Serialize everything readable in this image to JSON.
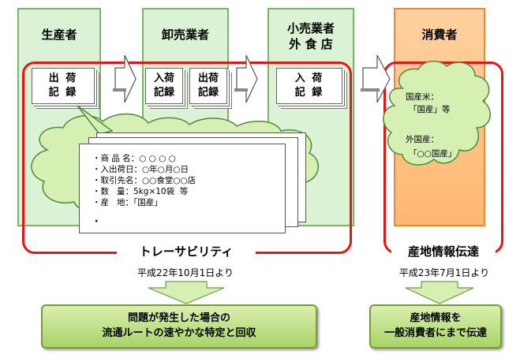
{
  "columns": {
    "producer": "生産者",
    "wholesaler": "卸売業者",
    "retailer_line1": "小売業者",
    "retailer_line2": "外 食 店",
    "consumer": "消費者"
  },
  "documents": {
    "shipping_1": "出 荷",
    "shipping_2": "記 録",
    "receiving_1": "入荷",
    "receiving_2": "記録",
    "shipping_b1": "出荷",
    "shipping_b2": "記録",
    "receiving_c1": "入 荷",
    "receiving_c2": "記 録"
  },
  "record_details": {
    "line1": "・商 品 名：○ ○ ○ ○",
    "line2": "・入出荷日：○年○月○日",
    "line3": "・取引先名：○○食堂○○店",
    "line4": "・数   量：5kg×10袋  等",
    "line5": "・産   地：「国産」",
    "line6": "・"
  },
  "consumer_info": {
    "line1": "国産米：",
    "line2": "「国産」等",
    "line3": "外国産：",
    "line4": "「○○国産」"
  },
  "traceability": {
    "label": "トレーサビリティ",
    "date": "平成22年10月1日より",
    "result_line1": "問題が発生した場合の",
    "result_line2": "流通ルートの速やかな特定と回収"
  },
  "origin_info": {
    "label": "産地情報伝達",
    "date": "平成23年7月1日より",
    "result_line1": "産地情報を",
    "result_line2": "一般消費者にまで伝達"
  },
  "colors": {
    "column_fill": "#dcf2d4",
    "column_border": "#7ab56a",
    "consumer_fill": "#ffc48a",
    "frame_red": "#e8141a",
    "cloud_fill": "#d6f0b4",
    "result_fill": "#b8dc80"
  }
}
